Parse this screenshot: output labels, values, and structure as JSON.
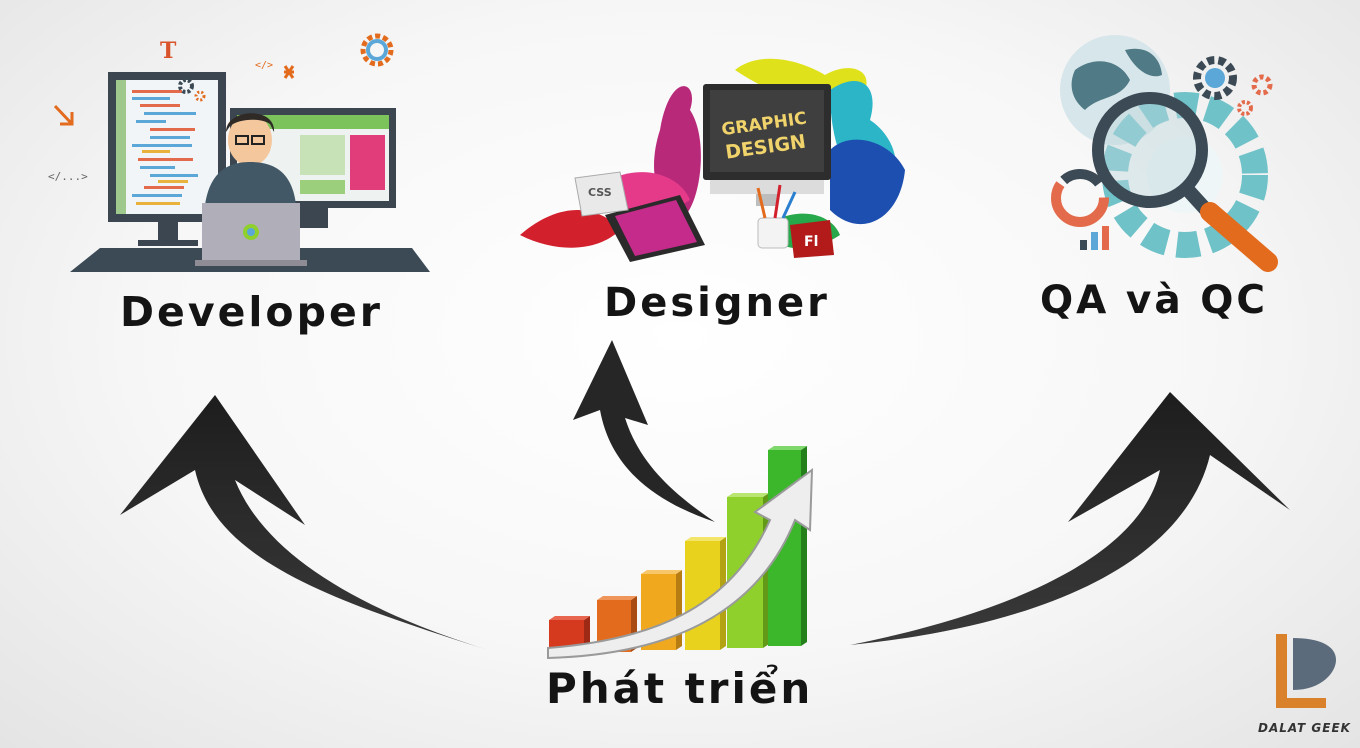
{
  "roles": {
    "developer": {
      "label": "Developer"
    },
    "designer": {
      "label": "Designer",
      "art_text_1": "GRAPHIC",
      "art_text_2": "DESIGN",
      "css_tag": "CSS",
      "fl_tag": "Fl"
    },
    "qa": {
      "label": "QA và QC"
    }
  },
  "growth": {
    "label": "Phát triển"
  },
  "developer_art": {
    "code_tag_1": "</...>",
    "code_tag_2": "</>",
    "type_tool": "T"
  },
  "brand": {
    "name": "DALAT GEEK",
    "colors": {
      "orange": "#d9822b",
      "slate": "#5b6b7b"
    }
  },
  "colors": {
    "arrow": "#2b2b2b",
    "bars": [
      "#d63a1e",
      "#e36b1e",
      "#f0a81e",
      "#e8d21e",
      "#8fd02c",
      "#3cb72b"
    ]
  }
}
